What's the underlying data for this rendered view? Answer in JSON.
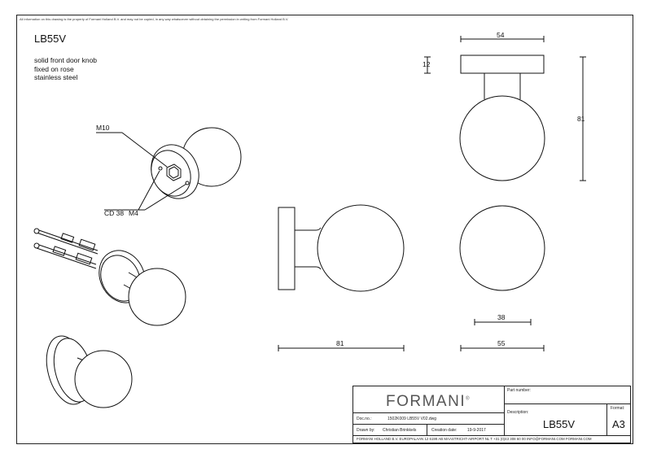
{
  "notice": "All information on this drawing is the property of Formani Holland B.V. and may not be copied, in any way whatsoever without obtaining the permission in writing from Formani Holland B.V.",
  "product": {
    "code": "LB55V",
    "description_lines": [
      "solid front door knob",
      "fixed on rose",
      "stainless steel"
    ]
  },
  "callouts": {
    "thread": "M10",
    "cd": "CD 38",
    "screw": "M4"
  },
  "dimensions": {
    "rose_width": "54",
    "rose_thickness": "12",
    "total_height": "81",
    "side_length": "81",
    "rose_diameter": "38",
    "knob_diameter": "55"
  },
  "title_block": {
    "logo": "FORMANI",
    "logo_mark": "®",
    "part_number_label": "Part number:",
    "description_label": "Description:",
    "format_label": "Format:",
    "part_name": "LB55V",
    "format_value": "A3",
    "doc_no_label": "Doc.no.:",
    "doc_no_value": "1502K009 LB55V V02.dwg",
    "drawn_by_label": "Drawn by:",
    "drawn_by_value": "Christian Brinkkels",
    "creation_date_label": "Creation date:",
    "creation_date_value": "19-9-2017",
    "footer": "FORMANI HOLLAND B.V.  EUROPALAAN 12  6199 AB MAASTRICHT-AIRPORT NL  T +31 (0)43 308 60 00 INFO@FORMANI.COM FORMANI.COM"
  }
}
